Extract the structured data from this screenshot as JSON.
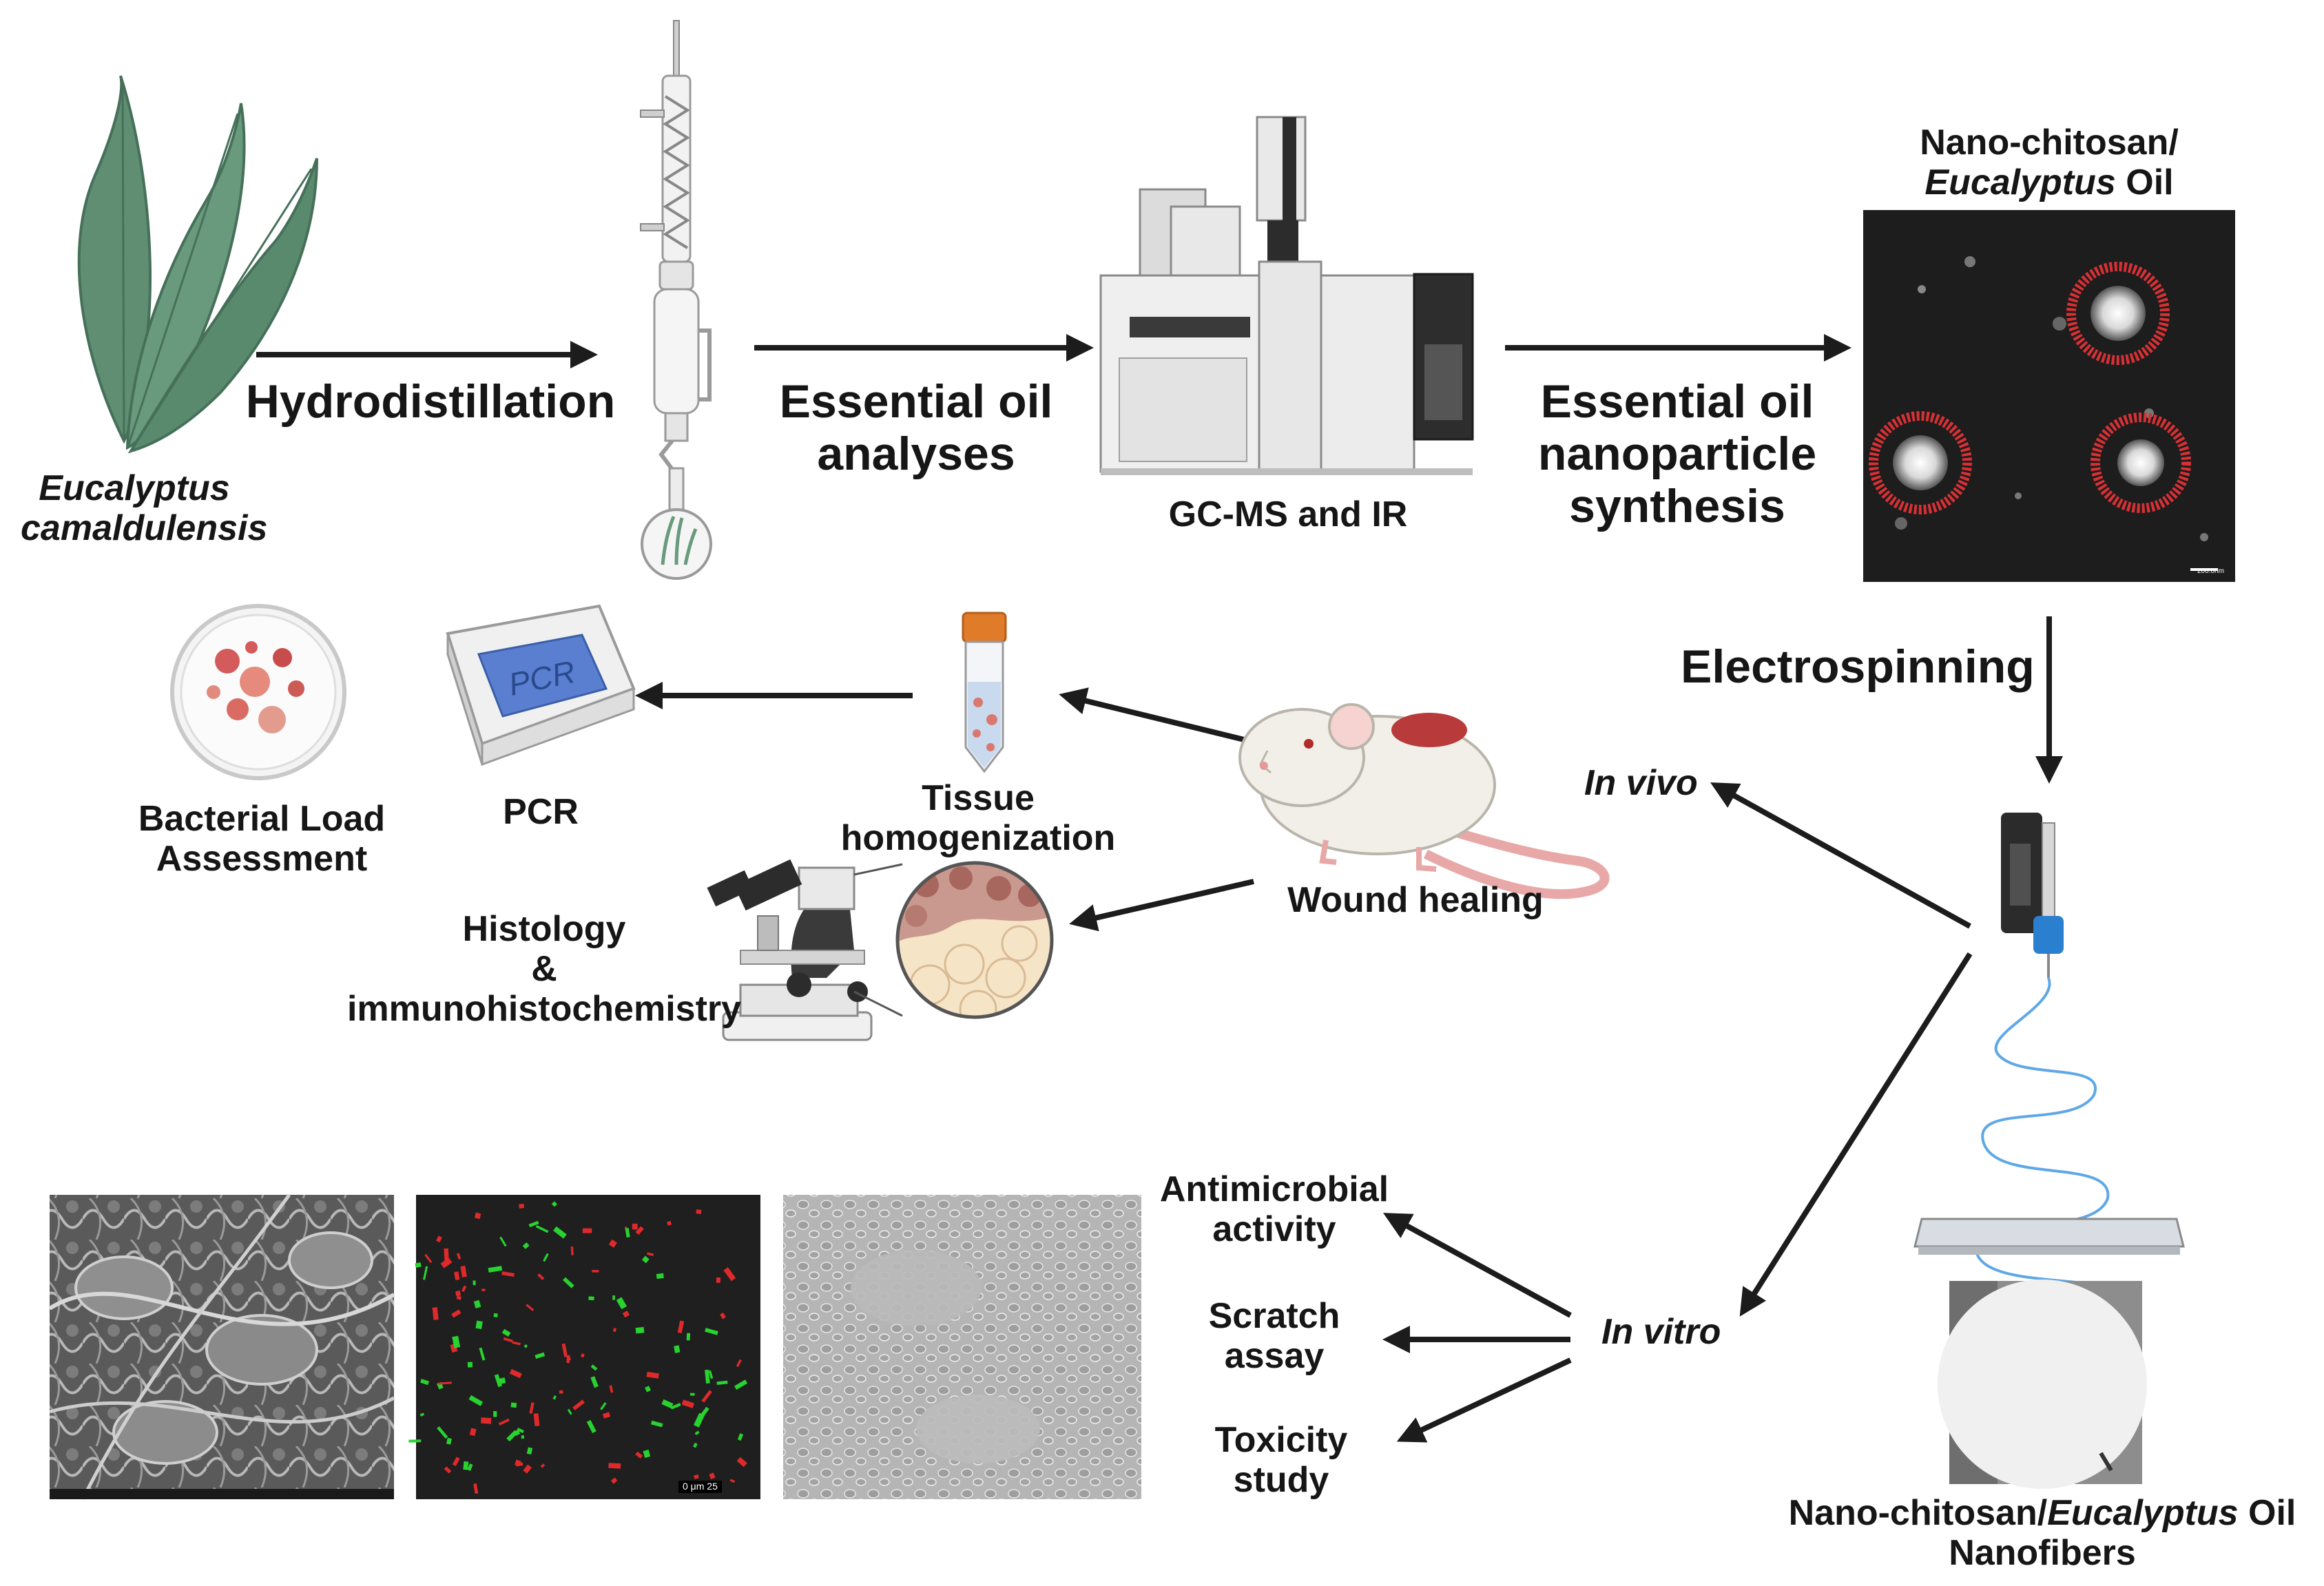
{
  "labels": {
    "species_line1": "Eucalyptus",
    "species_line2": "camaldulensis",
    "hydrodistillation": "Hydrodistillation",
    "analyses_line1": "Essential oil",
    "analyses_line2": "analyses",
    "gcms": "GC-MS and IR",
    "synthesis_line1": "Essential oil",
    "synthesis_line2": "nanoparticle",
    "synthesis_line3": "synthesis",
    "np_title_line1": "Nano-chitosan/",
    "np_title_italic": "Eucalyptus",
    "np_title_tail": " Oil",
    "electrospinning": "Electrospinning",
    "in_vivo": "In vivo",
    "in_vitro": "In vitro",
    "wound_healing": "Wound healing",
    "tissue_line1": "Tissue",
    "tissue_line2": "homogenization",
    "pcr": "PCR",
    "pcr_screen": "PCR",
    "bacterial_line1": "Bacterial Load",
    "bacterial_line2": "Assessment",
    "histology_line1": "Histology",
    "histology_line2": "&",
    "histology_line3": "immunohistochemistry",
    "antimicrobial_line1": "Antimicrobial",
    "antimicrobial_line2": "activity",
    "scratch_line1": "Scratch",
    "scratch_line2": "assay",
    "toxicity_line1": "Toxicity",
    "toxicity_line2": "study",
    "nanofibers_pre": "Nano-chitosan/",
    "nanofibers_italic": "Eucalyptus",
    "nanofibers_tail": " Oil",
    "nanofibers_line2": "Nanofibers",
    "tem_scale": "200.0nm",
    "confocal_scale": "0     μm    25"
  },
  "colors": {
    "leaf": "#5f8e72",
    "arrow": "#1c1c1c",
    "tube_cap": "#e07b2a",
    "cell_red": "#e0292b",
    "cell_green": "#28d22f",
    "np_ring": "#d93034"
  }
}
